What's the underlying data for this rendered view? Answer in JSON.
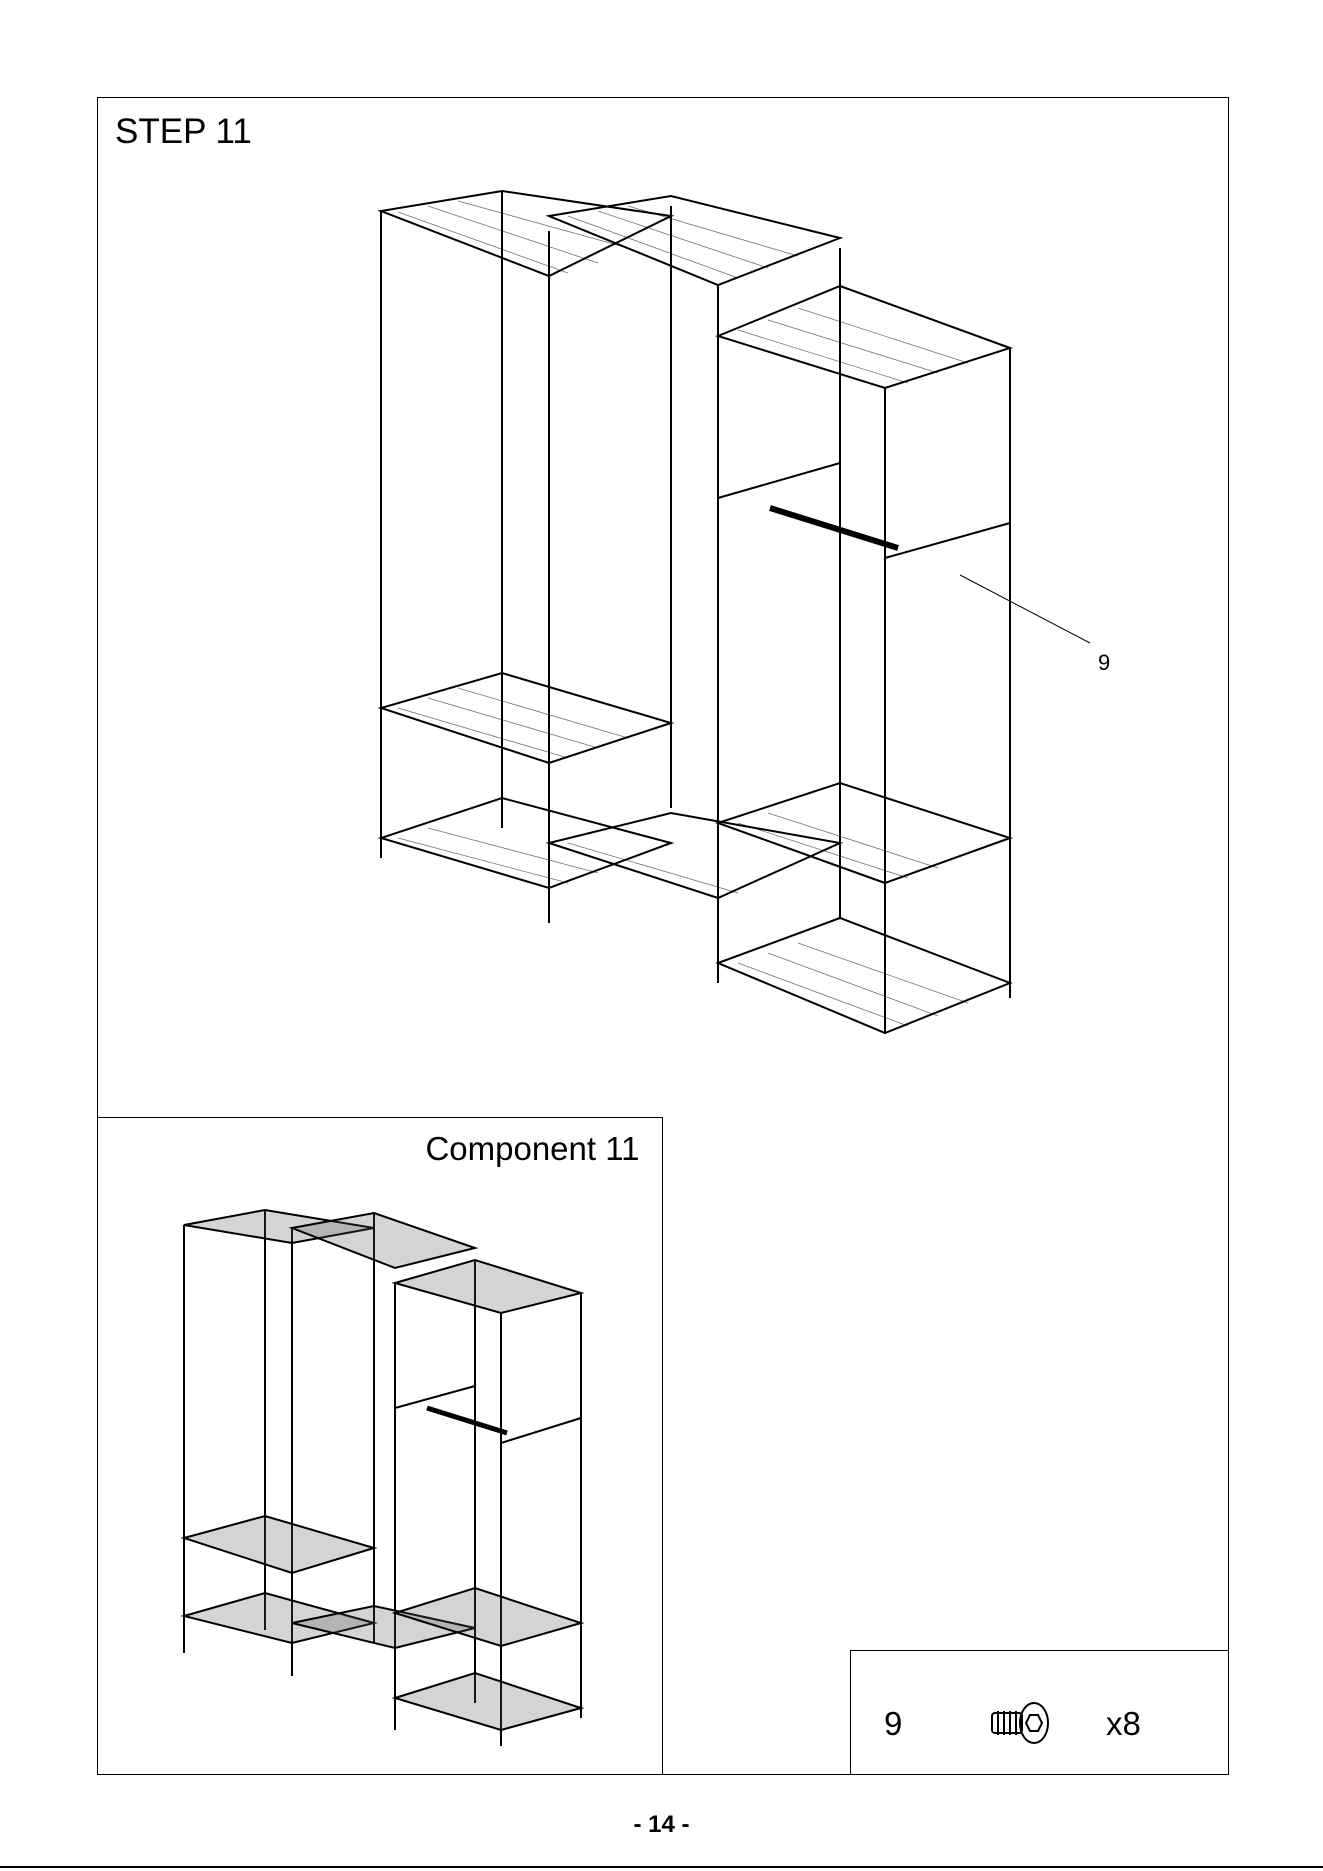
{
  "step": {
    "title": "STEP 11"
  },
  "component": {
    "title": "Component 11"
  },
  "parts": {
    "number": "9",
    "quantity": "x8",
    "icon": "screw-icon"
  },
  "callout": {
    "label": "9"
  },
  "page": {
    "number": "- 14 -"
  }
}
